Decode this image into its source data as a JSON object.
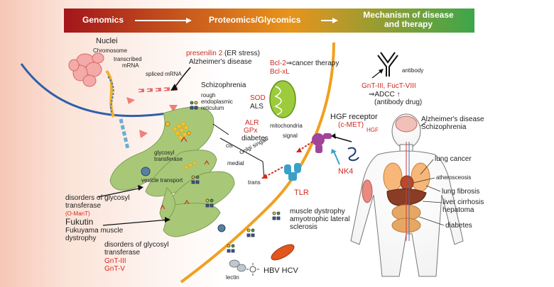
{
  "banner": {
    "stage1": "Genomics",
    "stage2": "Proteomics/Glycomics",
    "stage3_line1": "Mechanism of disease",
    "stage3_line2": "and therapy",
    "colors": {
      "start": "#a3151c",
      "mid": "#e8941c",
      "end": "#3da64a"
    }
  },
  "labels": {
    "nuclei": "Nuclei",
    "chromosome": "Chromosome",
    "transcribed_1": "transcribed",
    "transcribed_2": "mRNA",
    "spliced": "spliced mRNA",
    "presenilin": "presenilin 2",
    "er_stress": "(ER stress)",
    "alzheimers": "Alzheimer's disease",
    "schizophrenia": "Schizophrenia",
    "rough_1": "rough",
    "rough_2": "endoplasmic",
    "rough_3": "reticulum",
    "bcl2": "Bcl-2",
    "cancer_therapy": "⇒cancer therapy",
    "bclxl": "Bcl-xL",
    "sod": "SOD",
    "als": "ALS",
    "mitochondria": "mitochondria",
    "alr": "ALR",
    "gpx": "GPx",
    "diabetes_mid": "diabetes",
    "signal": "signal",
    "hgf_receptor": "HGF receptor",
    "cmet": "(c-MET)",
    "golgi_signal": "Golgi singal",
    "cis": "cis",
    "medial": "medial",
    "trans": "trans",
    "glycosyl_1": "glycosyl",
    "glycosyl_2": "transferase",
    "vesicle": "vesicle transport",
    "nk4": "NK4",
    "tlr": "TLR",
    "dis_glyco_1": "disorders of glycosyl",
    "dis_glyco_2": "transferase",
    "omant": "(O-ManT)",
    "fukutin": "Fukutin",
    "fukuyama_1": "Fukuyama muscle",
    "fukuyama_2": "dystrophy",
    "dis_glyco_b1": "disorders of glycosyl",
    "dis_glyco_b2": "transferase",
    "gnt3": "GnT-III",
    "gnt5": "GnT-V",
    "muscle_1": "muscle dystrophy",
    "muscle_2": "amyotrophic lateral",
    "muscle_3": "sclerosis",
    "lectin": "lectin",
    "hbv": "HBV HCV",
    "antibody": "antibody",
    "gnt_fuct": "GnT-III, FucT-VIII",
    "adcc": "⇒ADCC ↑",
    "antibody_drug": "(antibody drug)",
    "alz_body": "Alzheimer's disease",
    "schizo_body": "Schizophrenia",
    "hgf": "HGF",
    "lung_cancer": "lung cancer",
    "atherosclerosis": "atherosceosis",
    "lung_fibrosis": "lung fibrosis",
    "liver_1": "liver cirrhosis",
    "liver_2": "hepatoma",
    "diabetes_body": "diabetes"
  },
  "colors": {
    "label_red": "#d02b20",
    "membrane": "#f0a020",
    "er_green": "#a8c878",
    "receptor_purple": "#a0459a",
    "receptor_blue": "#3aa0c8"
  }
}
